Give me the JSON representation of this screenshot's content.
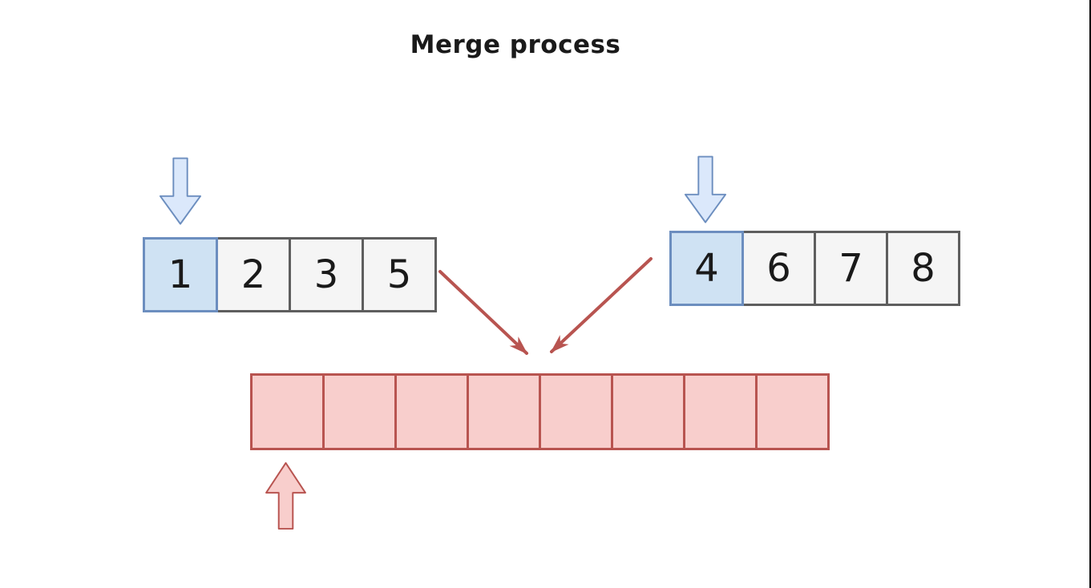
{
  "title": "Merge process",
  "colors": {
    "blue_fill": "#dbe8fb",
    "blue_stroke": "#6c8ebf",
    "blue_cell_fill": "#cfe2f3",
    "gray_cell_fill": "#f5f5f5",
    "gray_cell_stroke": "#5e5e5e",
    "red_fill": "#f8cecc",
    "red_stroke": "#b85450",
    "edge_line": "#000000",
    "ink": "#1a1a1a"
  },
  "arrays": {
    "left": {
      "cells": [
        "1",
        "2",
        "3",
        "5"
      ],
      "highlight_index": 0
    },
    "right": {
      "cells": [
        "4",
        "6",
        "7",
        "8"
      ],
      "highlight_index": 0
    },
    "merged": {
      "cells": [
        "",
        "",
        "",
        "",
        "",
        "",
        "",
        ""
      ],
      "cell_count": 8,
      "pointer_index": 0
    }
  },
  "icons": {
    "left_pointer": "arrow-down-icon",
    "right_pointer": "arrow-down-icon",
    "merged_pointer": "arrow-up-icon",
    "flow_left": "merge-flow-arrow-icon",
    "flow_right": "merge-flow-arrow-icon"
  }
}
